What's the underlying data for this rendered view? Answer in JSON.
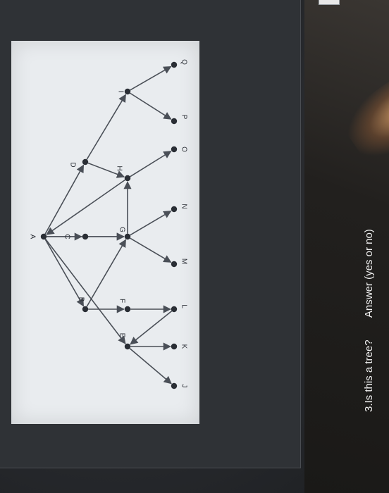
{
  "question": {
    "text": "3.Is this a tree?",
    "answer_prompt": "Answer (yes or no)"
  },
  "graph": {
    "nodes": [
      {
        "id": "A",
        "label": "A"
      },
      {
        "id": "B",
        "label": "B"
      },
      {
        "id": "C",
        "label": "C"
      },
      {
        "id": "D",
        "label": "D"
      },
      {
        "id": "E",
        "label": "E"
      },
      {
        "id": "F",
        "label": "F"
      },
      {
        "id": "G",
        "label": "G"
      },
      {
        "id": "H",
        "label": "H"
      },
      {
        "id": "I",
        "label": "I"
      },
      {
        "id": "J",
        "label": "J"
      },
      {
        "id": "K",
        "label": "K"
      },
      {
        "id": "L",
        "label": "L"
      },
      {
        "id": "M",
        "label": "M"
      },
      {
        "id": "N",
        "label": "N"
      },
      {
        "id": "O",
        "label": "O"
      },
      {
        "id": "P",
        "label": "P"
      },
      {
        "id": "Q",
        "label": "Q"
      }
    ],
    "edges": [
      [
        "A",
        "B"
      ],
      [
        "A",
        "C"
      ],
      [
        "A",
        "D"
      ],
      [
        "A",
        "E"
      ],
      [
        "A",
        "G"
      ],
      [
        "C",
        "G"
      ],
      [
        "B",
        "F"
      ],
      [
        "B",
        "G"
      ],
      [
        "D",
        "H"
      ],
      [
        "D",
        "I"
      ],
      [
        "H",
        "A"
      ],
      [
        "G",
        "H"
      ],
      [
        "H",
        "O"
      ],
      [
        "I",
        "P"
      ],
      [
        "I",
        "Q"
      ],
      [
        "E",
        "J"
      ],
      [
        "E",
        "K"
      ],
      [
        "L",
        "E"
      ],
      [
        "F",
        "L"
      ],
      [
        "G",
        "M"
      ],
      [
        "G",
        "N"
      ]
    ]
  },
  "colors": {
    "edge": "#4a4f57",
    "node": "#2a2e35",
    "card": "#e9ecef"
  }
}
